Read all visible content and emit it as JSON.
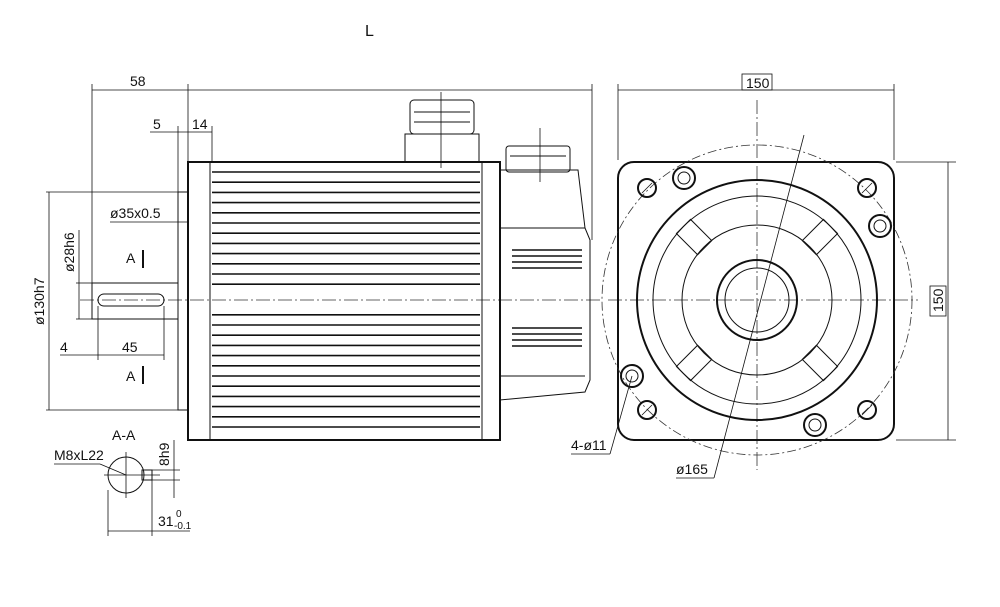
{
  "title": "L",
  "side_view": {
    "dim_shaft_length": "58",
    "dim_flange_thk": "5",
    "dim_spigot": "14",
    "dim_chamfer": "ø35x0.5",
    "dim_shaft_dia": "ø28h6",
    "dim_pilot_dia": "ø130h7",
    "dim_key_offset": "4",
    "dim_key_length": "45",
    "section_mark_top": "A",
    "section_mark_bottom": "A"
  },
  "section_view": {
    "label": "A-A",
    "thread": "M8xL22",
    "key_width": "8h9",
    "key_depth_main": "31",
    "key_depth_upper": "0",
    "key_depth_lower": "-0.1"
  },
  "front_view": {
    "dim_width": "150",
    "dim_height": "150",
    "holes": "4-ø11",
    "pcd": "ø165"
  }
}
